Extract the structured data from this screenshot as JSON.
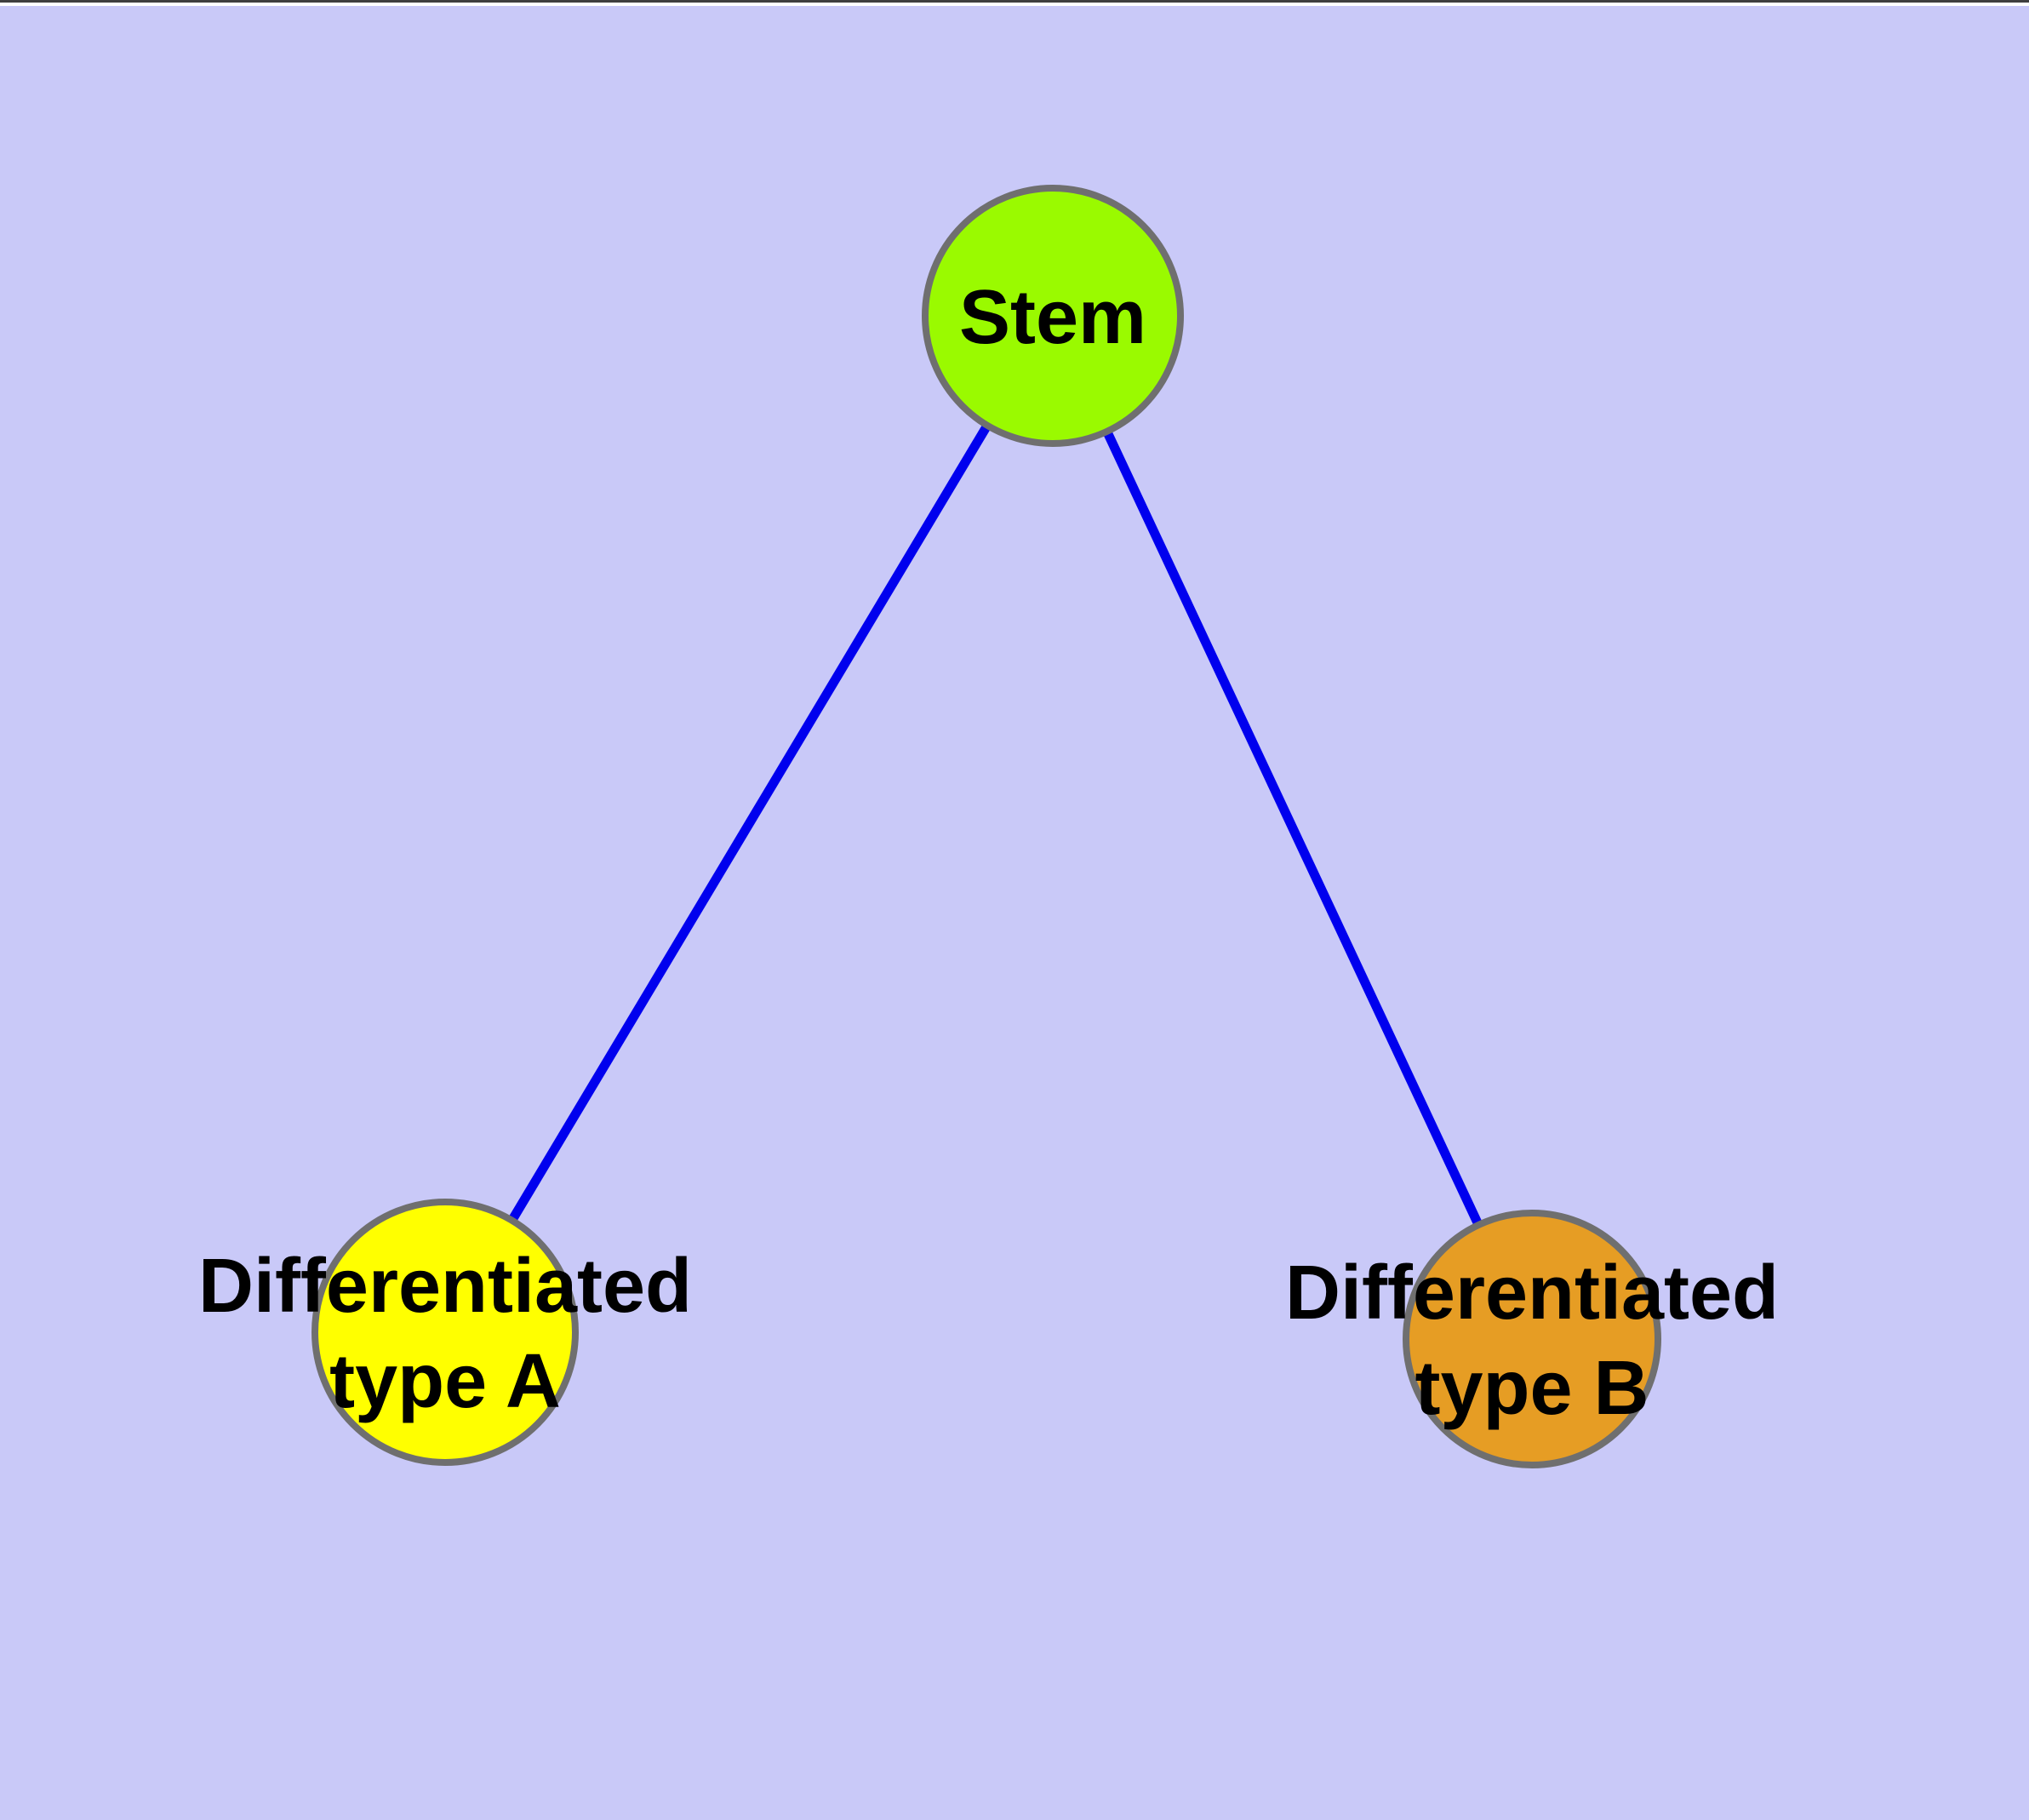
{
  "canvas": {
    "background": "#C9C9F8",
    "top_edge_line_color": "#3F3F3F",
    "top_edge_strip_color": "#FFFFFF"
  },
  "diagram": {
    "type": "graph",
    "edge_color": "#0000EE",
    "node_border_color": "#6F6F6F",
    "label_color": "#000000",
    "nodes": [
      {
        "id": "stem",
        "label": "Stem",
        "fill": "#9AFA00"
      },
      {
        "id": "differentiated-type-a",
        "label": "Differentiated type A",
        "line1": "Differentiated",
        "line2": "type A",
        "fill": "#FFFF00"
      },
      {
        "id": "differentiated-type-b",
        "label": "Differentiated type B",
        "line1": "Differentiated",
        "line2": "type B",
        "fill": "#E69D24"
      }
    ],
    "edges": [
      {
        "from": "Stem",
        "to": "Differentiated type A"
      },
      {
        "from": "Stem",
        "to": "Differentiated type B"
      }
    ]
  }
}
